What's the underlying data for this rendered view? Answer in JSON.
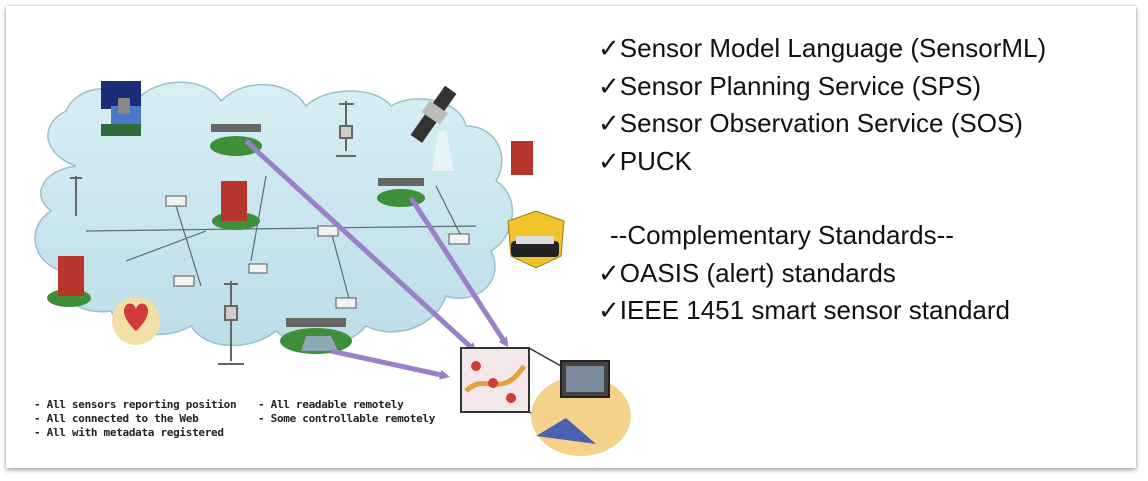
{
  "diagram": {
    "legend_left": [
      "- All sensors reporting position",
      "- All connected to the Web",
      "- All with metadata registered"
    ],
    "legend_right": [
      "- All readable remotely",
      "- Some controllable remotely"
    ]
  },
  "standards": {
    "items": [
      "✓Sensor Model Language (SensorML)",
      "✓Sensor Planning Service (SPS)",
      "✓Sensor Observation Service (SOS)",
      "✓PUCK"
    ],
    "complementary_heading": "--Complementary Standards--",
    "complementary_items": [
      "✓OASIS (alert) standards",
      "✓IEEE 1451 smart sensor standard"
    ]
  },
  "colors": {
    "cloud": "#c9e6ee",
    "arrow": "#9a7fc9",
    "ground": "#3f8f3a",
    "building": "#b8352b"
  }
}
